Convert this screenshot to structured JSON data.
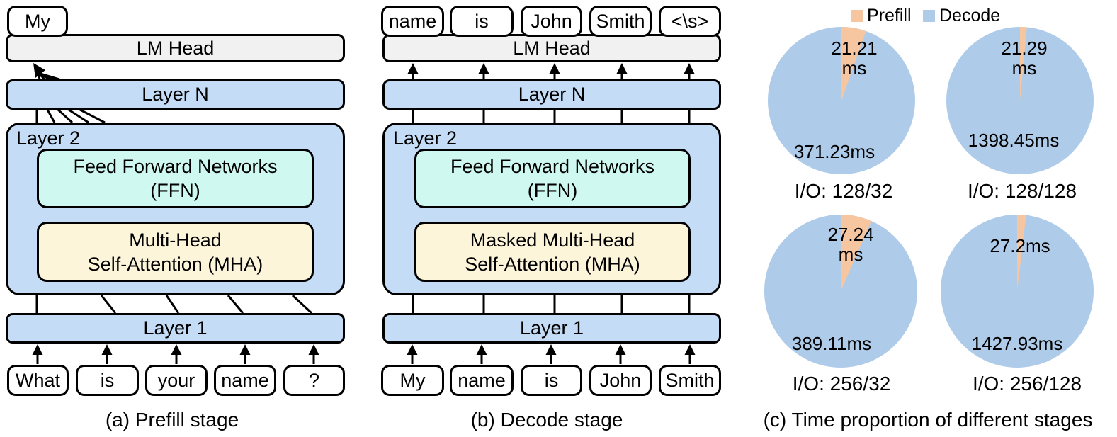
{
  "panel_a": {
    "caption": "(a) Prefill stage",
    "output_token": "My",
    "lm_head_label": "LM Head",
    "layer_n_label": "Layer N",
    "layer_2_label": "Layer 2",
    "ffn_lines": [
      "Feed Forward Networks",
      "(FFN)"
    ],
    "mha_lines": [
      "Multi-Head",
      "Self-Attention (MHA)"
    ],
    "layer_1_label": "Layer 1",
    "input_tokens": [
      "What",
      "is",
      "your",
      "name",
      "?"
    ]
  },
  "panel_b": {
    "caption": "(b) Decode stage",
    "output_tokens": [
      "name",
      "is",
      "John",
      "Smith",
      "<\\s>"
    ],
    "lm_head_label": "LM Head",
    "layer_n_label": "Layer N",
    "layer_2_label": "Layer 2",
    "ffn_lines": [
      "Feed Forward Networks",
      "(FFN)"
    ],
    "mha_lines": [
      "Masked Multi-Head",
      "Self-Attention (MHA)"
    ],
    "layer_1_label": "Layer 1",
    "input_tokens": [
      "My",
      "name",
      "is",
      "John",
      "Smith"
    ]
  },
  "panel_c": {
    "caption": "(c) Time proportion of different stages",
    "legend": [
      {
        "label": "Prefill"
      },
      {
        "label": "Decode"
      }
    ],
    "pies": [
      {
        "io": "I/O: 128/32",
        "prefill_ms": 21.21,
        "decode_ms": 371.23,
        "prefill_label": "21.21\nms",
        "decode_label": "371.23ms"
      },
      {
        "io": "I/O: 128/128",
        "prefill_ms": 21.29,
        "decode_ms": 1398.45,
        "prefill_label": "21.29\nms",
        "decode_label": "1398.45ms"
      },
      {
        "io": "I/O: 256/32",
        "prefill_ms": 27.24,
        "decode_ms": 389.11,
        "prefill_label": "27.24\nms",
        "decode_label": "389.11ms"
      },
      {
        "io": "I/O: 256/128",
        "prefill_ms": 27.2,
        "decode_ms": 1427.93,
        "prefill_label": "27.2ms",
        "decode_label": "1427.93ms"
      }
    ]
  },
  "chart_data": {
    "type": "pie",
    "title": "(c) Time proportion of different stages",
    "legend": [
      "Prefill",
      "Decode"
    ],
    "legend_position": "top",
    "charts": [
      {
        "label": "I/O: 128/32",
        "slices": [
          {
            "name": "Prefill",
            "value_ms": 21.21
          },
          {
            "name": "Decode",
            "value_ms": 371.23
          }
        ]
      },
      {
        "label": "I/O: 128/128",
        "slices": [
          {
            "name": "Prefill",
            "value_ms": 21.29
          },
          {
            "name": "Decode",
            "value_ms": 1398.45
          }
        ]
      },
      {
        "label": "I/O: 256/32",
        "slices": [
          {
            "name": "Prefill",
            "value_ms": 27.24
          },
          {
            "name": "Decode",
            "value_ms": 389.11
          }
        ]
      },
      {
        "label": "I/O: 256/128",
        "slices": [
          {
            "name": "Prefill",
            "value_ms": 27.2
          },
          {
            "name": "Decode",
            "value_ms": 1427.93
          }
        ]
      }
    ]
  },
  "colors": {
    "prefill": "#f5c6a0",
    "decode": "#aecce9",
    "layer_fill": "#c5dcf6",
    "ffn_fill": "#cff8f0",
    "mha_fill": "#fcf5da",
    "lm_head_fill": "#f1f1f1",
    "line": "#000000"
  }
}
